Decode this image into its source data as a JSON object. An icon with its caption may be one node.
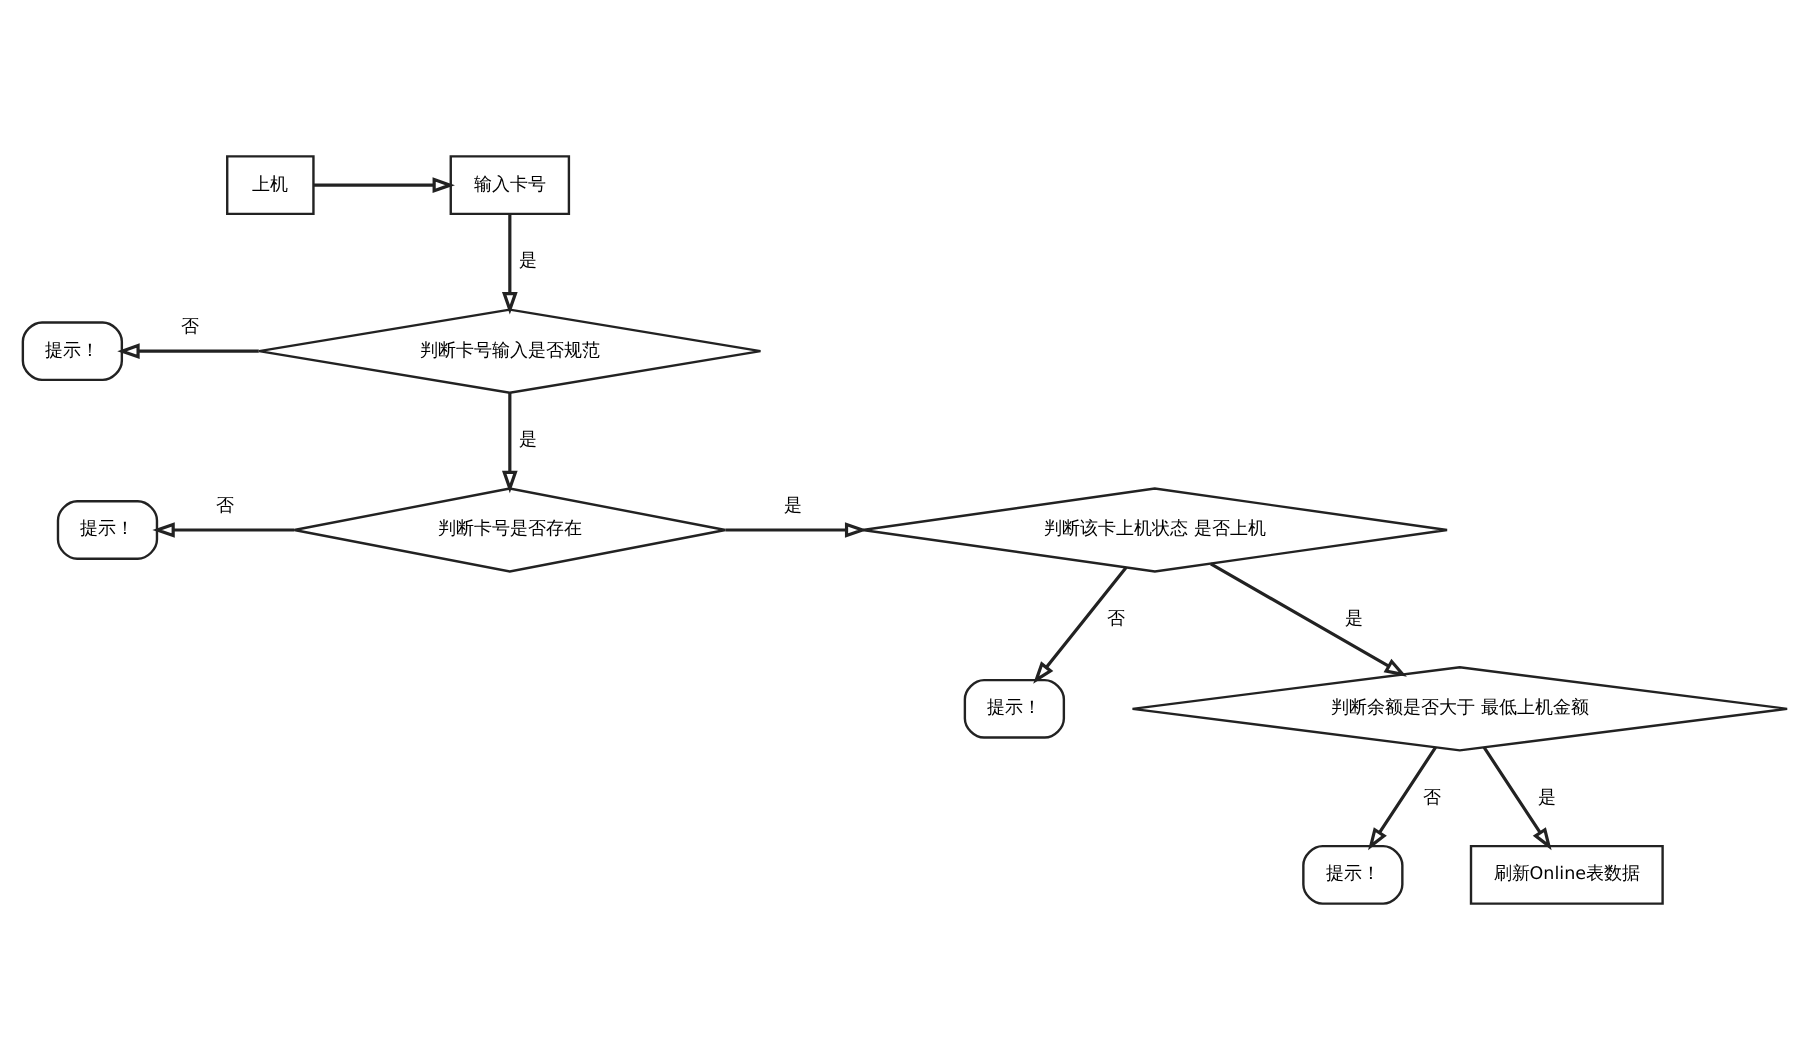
{
  "diagram": {
    "nodes": [
      {
        "text": [
          "上机"
        ]
      },
      {
        "text": [
          "输入卡号"
        ]
      },
      {
        "text": [
          "判断卡号输入是否规范"
        ]
      },
      {
        "text": [
          "提示！"
        ]
      },
      {
        "text": [
          "判断卡号是否存在"
        ]
      },
      {
        "text": [
          "提示！"
        ]
      },
      {
        "text": [
          "判断该卡上机状态 是否上机"
        ]
      },
      {
        "text": [
          "提示！"
        ]
      },
      {
        "text": [
          "判断余额是否大于 最低上机金额"
        ]
      },
      {
        "text": [
          "提示！"
        ]
      },
      {
        "text": [
          "刷新Online表数据"
        ]
      }
    ],
    "edges": [
      {
        "from": 0,
        "to": 1,
        "arrow": "to"
      },
      {
        "from": 1,
        "to": 2,
        "arrow": "to",
        "label": "是"
      },
      {
        "from": 2,
        "to": 3,
        "arrow": "to",
        "label": "否"
      },
      {
        "from": 2,
        "to": 4,
        "arrow": "to",
        "label": "是"
      },
      {
        "from": 4,
        "to": 5,
        "arrow": "to",
        "label": "否"
      },
      {
        "from": 4,
        "to": 6,
        "arrow": "to",
        "label": "是"
      },
      {
        "from": 6,
        "to": 7,
        "arrow": "to",
        "label": "否"
      },
      {
        "from": 6,
        "to": 8,
        "arrow": "to",
        "label": "是"
      },
      {
        "from": 8,
        "to": 9,
        "arrow": "to",
        "label": "否"
      },
      {
        "from": 8,
        "to": 10,
        "arrow": "to",
        "label": "是"
      }
    ]
  }
}
